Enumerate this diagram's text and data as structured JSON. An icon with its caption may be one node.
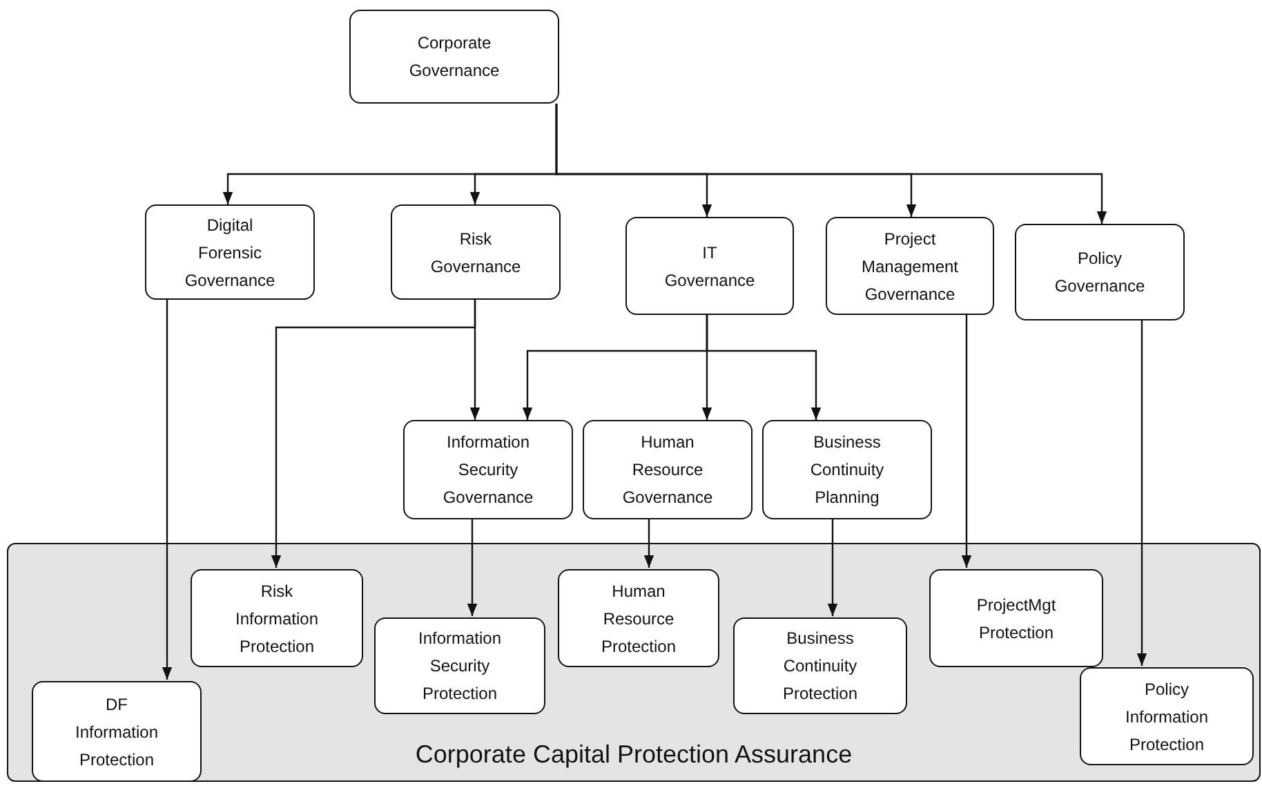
{
  "diagram": {
    "nodes": [
      {
        "text": [
          "Corporate Governance"
        ]
      },
      {
        "text": [
          "Digital Forensic Governance"
        ]
      },
      {
        "text": [
          "Risk Governance"
        ]
      },
      {
        "text": [
          "IT Governance"
        ]
      },
      {
        "text": [
          "Project Management Governance"
        ]
      },
      {
        "text": [
          "Policy Governance"
        ]
      },
      {
        "text": [
          "Information Security Governance"
        ]
      },
      {
        "text": [
          "Human Resource Governance"
        ]
      },
      {
        "text": [
          "Business Continuity Planning"
        ]
      },
      {
        "text": [
          "Corporate Capital Protection Assurance"
        ]
      },
      {
        "text": [
          "Risk Information Protection"
        ],
        "in": 9
      },
      {
        "text": [
          "DF Information Protection"
        ],
        "in": 9
      },
      {
        "text": [
          "Information Security Protection"
        ],
        "in": 9
      },
      {
        "text": [
          "Human Resource Protection"
        ],
        "in": 9
      },
      {
        "text": [
          "Business Continuity Protection"
        ],
        "in": 9
      },
      {
        "text": [
          "ProjectMgt Protection"
        ],
        "in": 9
      },
      {
        "text": [
          "Policy Information Protection"
        ],
        "in": 9
      }
    ],
    "edges": [
      {
        "from": 0,
        "to": 1,
        "arrow": "to"
      },
      {
        "from": 0,
        "to": 2,
        "arrow": "to"
      },
      {
        "from": 0,
        "to": 3,
        "arrow": "to"
      },
      {
        "from": 0,
        "to": 4,
        "arrow": "to"
      },
      {
        "from": 0,
        "to": 5,
        "arrow": "to"
      },
      {
        "from": 1,
        "to": 11,
        "arrow": "to"
      },
      {
        "from": 2,
        "to": 10,
        "arrow": "to"
      },
      {
        "from": 2,
        "to": 6,
        "arrow": "to"
      },
      {
        "from": 3,
        "to": 6,
        "arrow": "to"
      },
      {
        "from": 3,
        "to": 7,
        "arrow": "to"
      },
      {
        "from": 3,
        "to": 8,
        "arrow": "to"
      },
      {
        "from": 4,
        "to": 15,
        "arrow": "to"
      },
      {
        "from": 5,
        "to": 16,
        "arrow": "to"
      },
      {
        "from": 6,
        "to": 12,
        "arrow": "to"
      },
      {
        "from": 7,
        "to": 13,
        "arrow": "to"
      },
      {
        "from": 8,
        "to": 14,
        "arrow": "to"
      }
    ]
  }
}
